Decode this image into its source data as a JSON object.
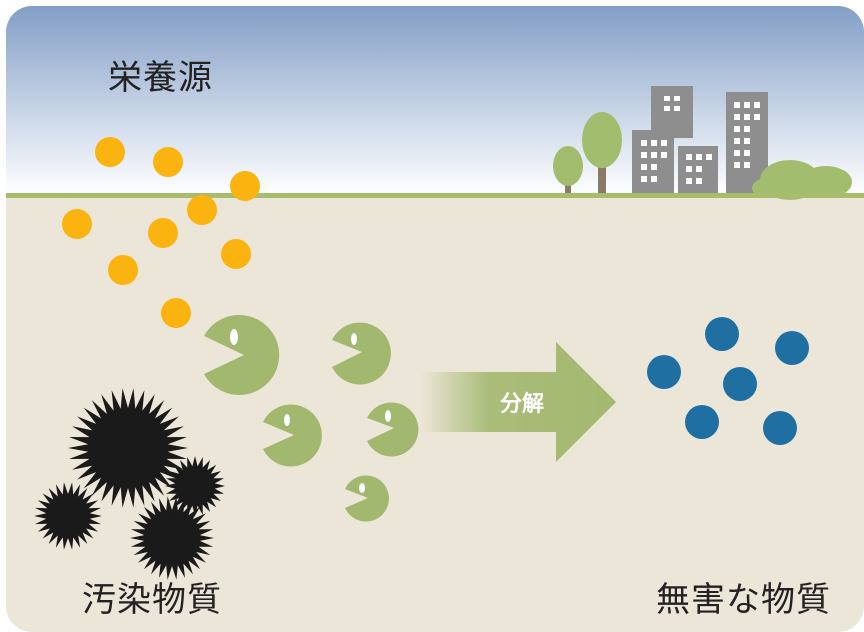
{
  "labels": {
    "nutrients": "栄養源",
    "pollutants": "汚染物質",
    "decompose": "分解",
    "harmless": "無害な物質"
  },
  "colors": {
    "sky_top": "#7f9bc4",
    "sky_bottom": "#ffffff",
    "ground": "#ece6d9",
    "grass_line": "#a6bd6c",
    "microbe": "#a3b86f",
    "nutrient": "#fbb40f",
    "harmless_particle": "#1f6fa3",
    "pollutant": "#1a1a1a",
    "building": "#8e8e8e",
    "tree": "#a3bd6f"
  },
  "icons": [
    "city-skyline-icon",
    "pacman-microbe-icon",
    "spiky-pollutant-icon",
    "arrow-icon"
  ]
}
